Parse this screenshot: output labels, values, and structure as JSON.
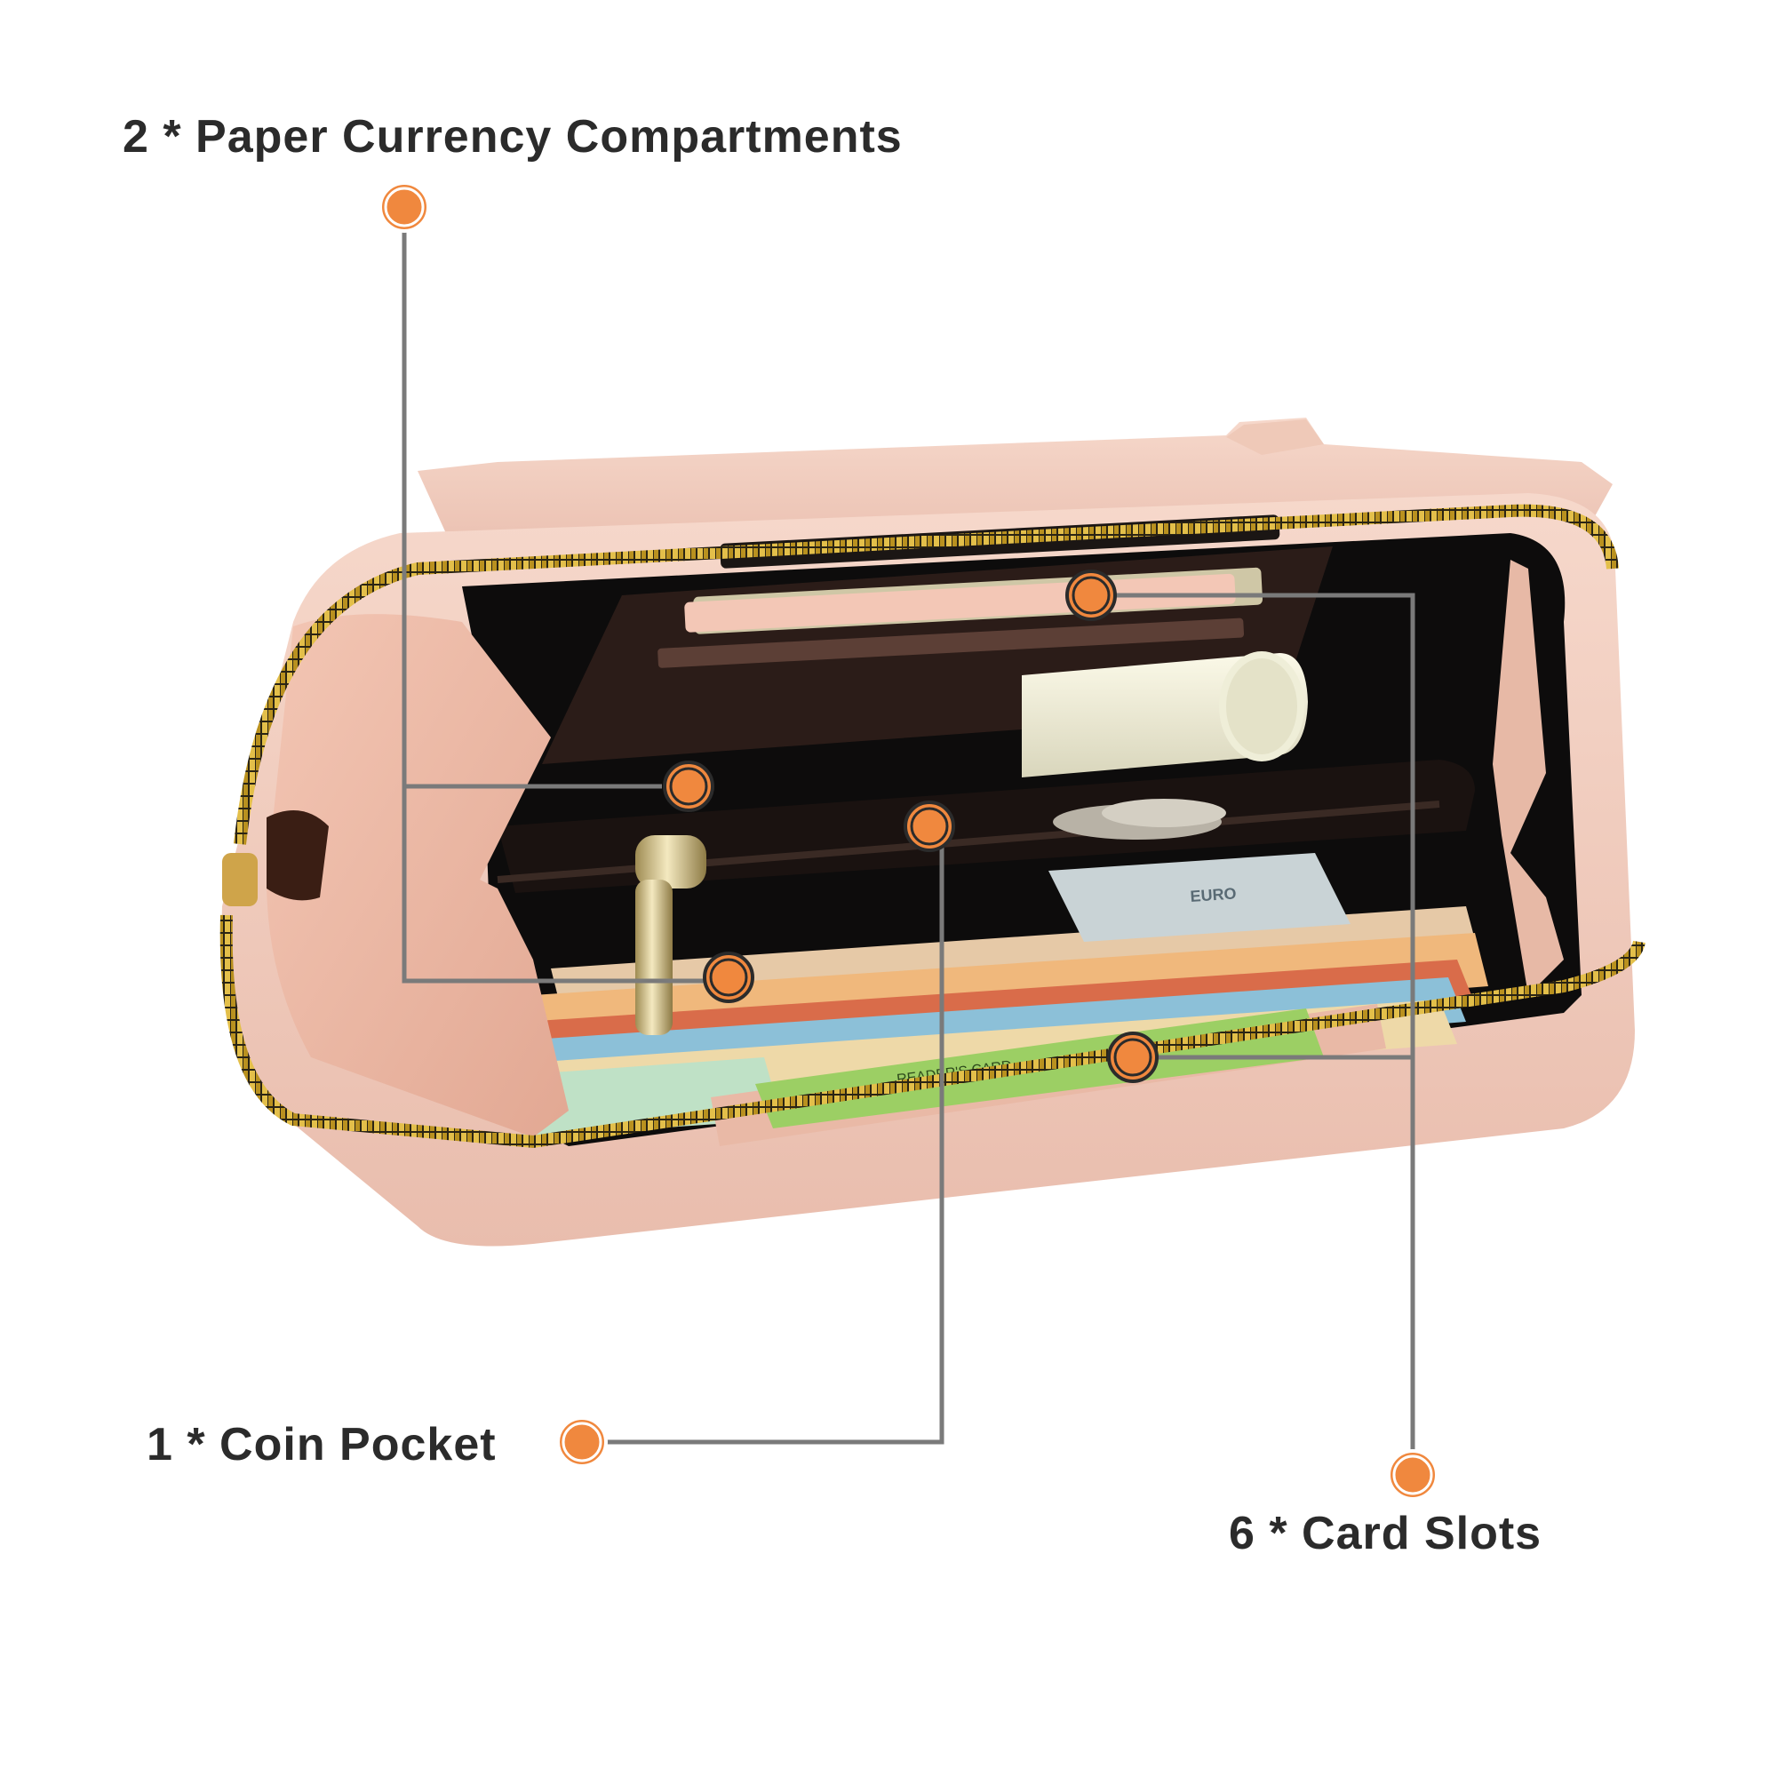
{
  "annotations": {
    "paper_currency": "2 * Paper Currency Compartments",
    "coin_pocket": "1 * Coin Pocket",
    "card_slots": "6 * Card Slots"
  },
  "product_image": {
    "card_text": "READER'S CARD",
    "note_text": "EURO"
  },
  "colors": {
    "marker": "#f0883e",
    "leader_line": "#7a7a7a",
    "leather": "#f1cfc2",
    "zipper": "#c9a227",
    "lining": "#111111",
    "text": "#2b2b2b"
  }
}
